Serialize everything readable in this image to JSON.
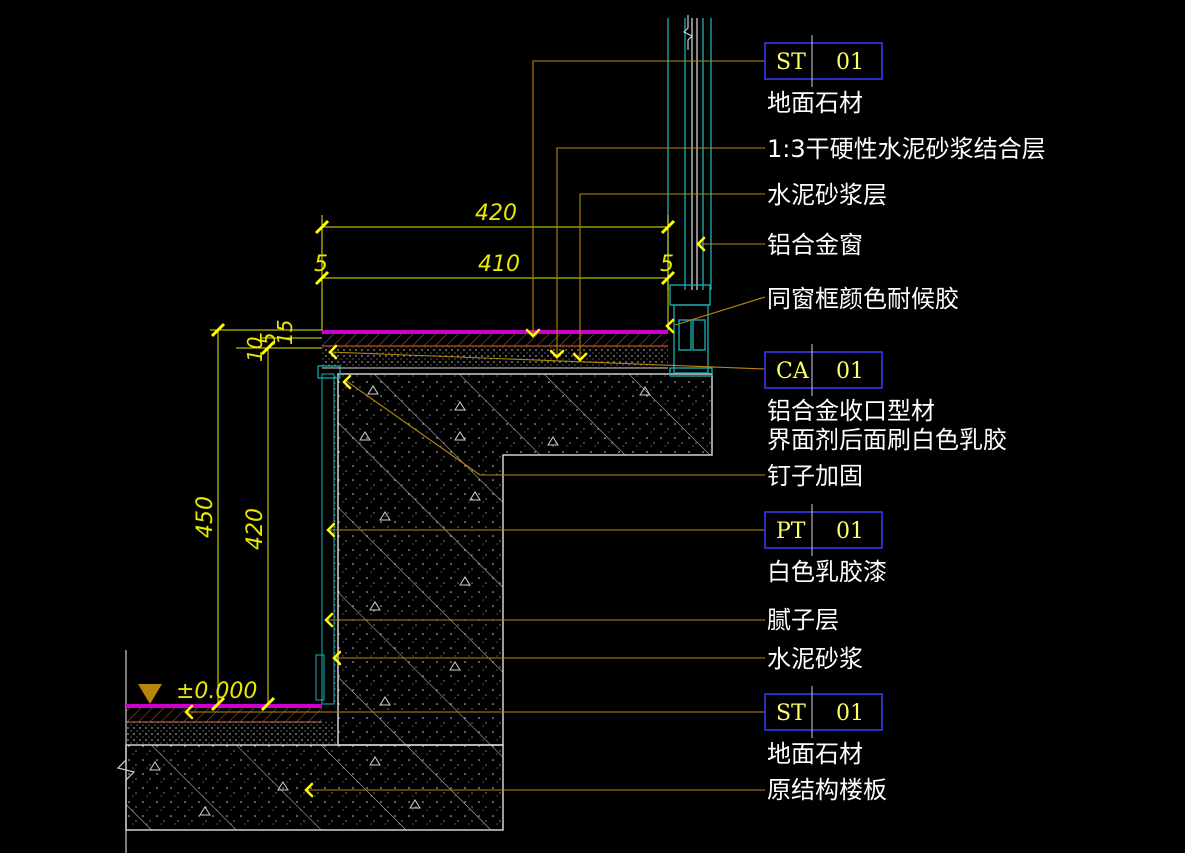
{
  "colors": {
    "background": "#000000",
    "leader_line": "#b8860b",
    "arrow": "#ffff00",
    "tag_border": "#3a3aff",
    "text": "#ffffff",
    "dimension": "#e8e800",
    "stone_face": "#cc00cc",
    "structure": "#cfcfcf",
    "window": "#19b3b3"
  },
  "tags": [
    {
      "code": "ST",
      "num": "01",
      "label": "地面石材"
    },
    {
      "code": "CA",
      "num": "01",
      "label_line1": "铝合金收口型材",
      "label_line2": "界面剂后面刷白色乳胶"
    },
    {
      "code": "PT",
      "num": "01",
      "label": "白色乳胶漆"
    },
    {
      "code": "ST",
      "num": "01",
      "label": "地面石材"
    }
  ],
  "labels": {
    "mortar_bond": "1:3干硬性水泥砂浆结合层",
    "mortar_layer": "水泥砂浆层",
    "alu_window": "铝合金窗",
    "sealant": "同窗框颜色耐候胶",
    "nail": "钉子加固",
    "putty": "腻子层",
    "cement_mortar": "水泥砂浆",
    "floor_slab": "原结构楼板"
  },
  "dimensions": {
    "top_total": "420",
    "top_inner": "410",
    "top_left_gap": "5",
    "top_right_gap": "5",
    "side_total": "450",
    "side_inner": "420",
    "side_small_a": "10",
    "side_small_b": "5",
    "side_small_c": "15",
    "level": "±0.000"
  },
  "icons": [
    "level-triangle-icon",
    "arrow-icon",
    "break-mark-icon"
  ]
}
